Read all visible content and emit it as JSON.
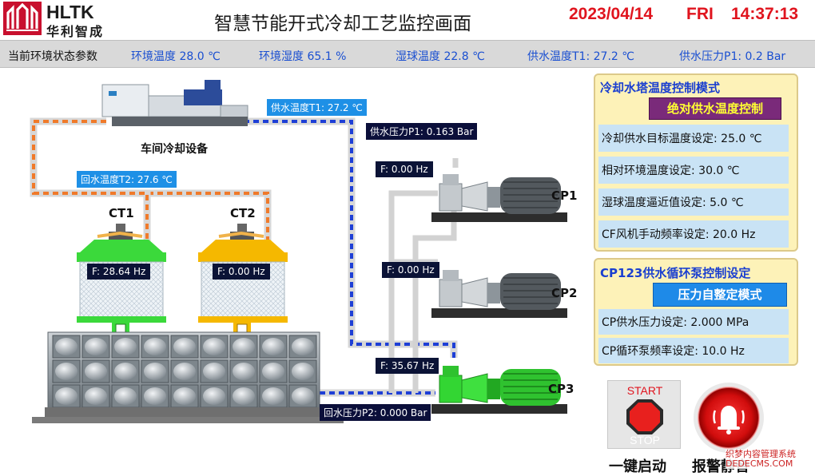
{
  "header": {
    "logo_en": "HLTK",
    "logo_cn": "华利智成",
    "title": "智慧节能开式冷却工艺监控画面",
    "date": "2023/04/14",
    "weekday": "FRI",
    "time": "14:37:13"
  },
  "env": {
    "label": "当前环境状态参数",
    "ambient_temp": "环境温度 28.0 ℃",
    "ambient_humidity": "环境湿度 65.1 %",
    "wet_bulb": "湿球温度 22.8 ℃",
    "supply_temp": "供水温度T1: 27.2 ℃",
    "supply_pressure": "供水压力P1: 0.2 Bar"
  },
  "diagram": {
    "equipment_label": "车间冷却设备",
    "supply_temp_tag": "供水温度T1:  27.2 ℃",
    "supply_pressure_tag": "供水压力P1:  0.163 Bar",
    "return_temp_tag": "回水温度T2:  27.6 ℃",
    "return_pressure_tag": "回水压力P2:  0.000 Bar",
    "ct1": {
      "label": "CT1",
      "freq": "F: 28.64 Hz"
    },
    "ct2": {
      "label": "CT2",
      "freq": "F: 0.00 Hz"
    },
    "cp1": {
      "label": "CP1",
      "freq": "F: 0.00 Hz"
    },
    "cp2": {
      "label": "CP2",
      "freq": "F: 0.00 Hz"
    },
    "cp3": {
      "label": "CP3",
      "freq": "F: 35.67 Hz"
    }
  },
  "tower_panel": {
    "title": "冷却水塔温度控制模式",
    "mode": "绝对供水温度控制",
    "rows": [
      "冷却供水目标温度设定: 25.0 ℃",
      "相对环境温度设定: 30.0 ℃",
      "湿球温度逼近值设定: 5.0 ℃",
      "CF风机手动频率设定: 20.0 Hz"
    ]
  },
  "pump_panel": {
    "title": "CP123供水循环泵控制设定",
    "mode": "压力自整定模式",
    "rows": [
      "CP供水压力设定: 2.000 MPa",
      "CP循环泵频率设定: 10.0 Hz"
    ]
  },
  "controls": {
    "start_label": "START",
    "stop_label": "STOP",
    "start_caption": "一键启动",
    "alarm_caption": "报警静音"
  },
  "watermark": {
    "line1": "织梦内容管理系统",
    "line2": "DEDECMS.COM"
  },
  "colors": {
    "accent_red": "#e0141e",
    "accent_blue": "#1a4fd1",
    "panel_bg": "#fdf2b8",
    "pump_active": "#2fd62f",
    "tower_ct1": "#3bd93b",
    "tower_ct2": "#f5b800"
  }
}
